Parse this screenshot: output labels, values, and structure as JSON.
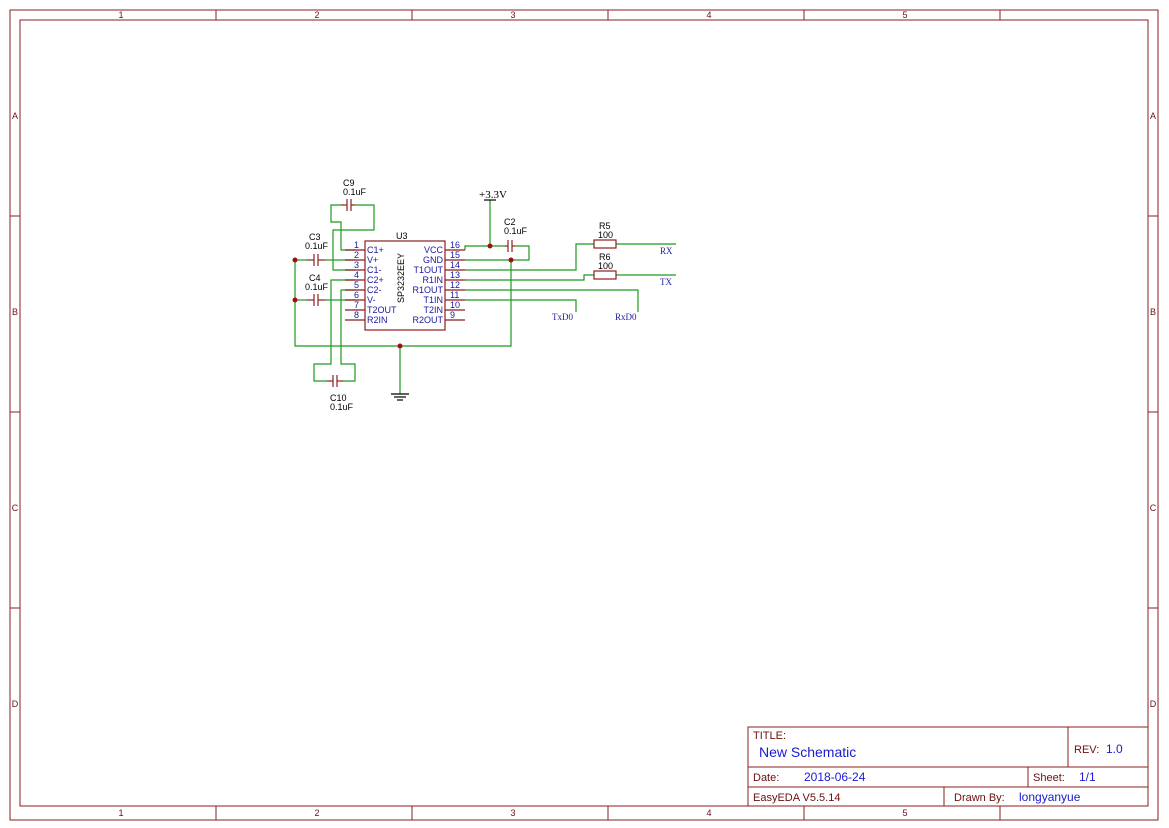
{
  "frame": {
    "col_labels": [
      "1",
      "2",
      "3",
      "4",
      "5"
    ],
    "row_labels": [
      "A",
      "B",
      "C",
      "D"
    ]
  },
  "u3": {
    "designator": "U3",
    "part": "SP3232EEY",
    "left_pins": [
      {
        "num": "1",
        "name": "C1+"
      },
      {
        "num": "2",
        "name": "V+"
      },
      {
        "num": "3",
        "name": "C1-"
      },
      {
        "num": "4",
        "name": "C2+"
      },
      {
        "num": "5",
        "name": "C2-"
      },
      {
        "num": "6",
        "name": "V-"
      },
      {
        "num": "7",
        "name": "T2OUT"
      },
      {
        "num": "8",
        "name": "R2IN"
      }
    ],
    "right_pins": [
      {
        "num": "16",
        "name": "VCC"
      },
      {
        "num": "15",
        "name": "GND"
      },
      {
        "num": "14",
        "name": "T1OUT"
      },
      {
        "num": "13",
        "name": "R1IN"
      },
      {
        "num": "12",
        "name": "R1OUT"
      },
      {
        "num": "11",
        "name": "T1IN"
      },
      {
        "num": "10",
        "name": "T2IN"
      },
      {
        "num": "9",
        "name": "R2OUT"
      }
    ]
  },
  "components": {
    "c9": {
      "ref": "C9",
      "value": "0.1uF"
    },
    "c3": {
      "ref": "C3",
      "value": "0.1uF"
    },
    "c4": {
      "ref": "C4",
      "value": "0.1uF"
    },
    "c10": {
      "ref": "C10",
      "value": "0.1uF"
    },
    "c2": {
      "ref": "C2",
      "value": "0.1uF"
    },
    "r5": {
      "ref": "R5",
      "value": "100"
    },
    "r6": {
      "ref": "R6",
      "value": "100"
    }
  },
  "power": {
    "vcc_label": "+3.3V"
  },
  "nets": {
    "rx": "RX",
    "tx": "TX",
    "txd0": "TxD0",
    "rxd0": "RxD0"
  },
  "title_block": {
    "title_label": "TITLE:",
    "title": "New Schematic",
    "rev_label": "REV:",
    "rev": "1.0",
    "date_label": "Date:",
    "date": "2018-06-24",
    "sheet_label": "Sheet:",
    "sheet": "1/1",
    "software": "EasyEDA V5.5.14",
    "drawn_by_label": "Drawn By:",
    "drawn_by": "longyanyue"
  },
  "colors": {
    "frame": "#8b1f1f",
    "wire": "#1f9a1f",
    "pin_text": "#1a1aa0",
    "title_text": "#1a1ad0"
  }
}
